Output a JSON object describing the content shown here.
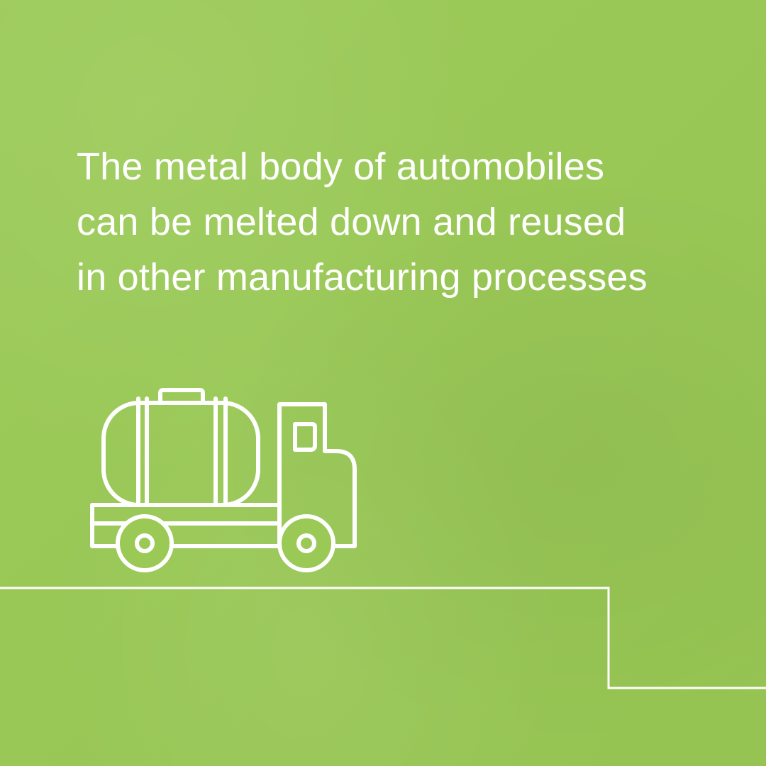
{
  "background_color": "#9aca55",
  "accent_color": "#ffffff",
  "headline": {
    "line1": "The metal body of automobiles",
    "line2": "can be melted down and reused",
    "line3": "in other manufacturing processes"
  },
  "illustration": {
    "icon": "tanker-truck-icon",
    "road": "stepped-road-line"
  }
}
